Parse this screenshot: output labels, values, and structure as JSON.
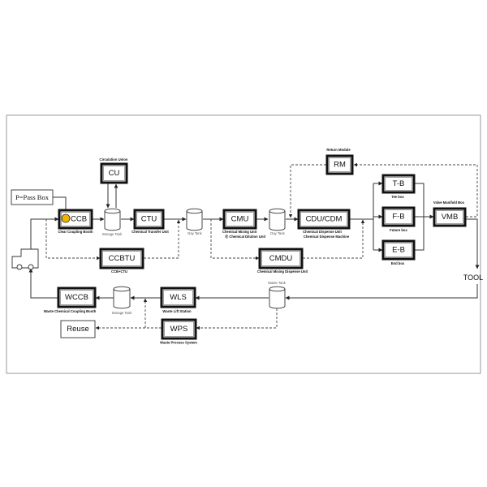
{
  "pass_box": "P=Pass Box",
  "units": {
    "ccb": {
      "name": "CCB",
      "label": "Clear Coupling Booth"
    },
    "cu": {
      "name": "CU",
      "label": "Circulation Union"
    },
    "ctu": {
      "name": "CTU",
      "label": "Chemical Transfer Unit"
    },
    "ccbtu": {
      "name": "CCBTU",
      "label": "CCB+CTU"
    },
    "cmu": {
      "name": "CMU",
      "label1": "Chemical Mixing Unit",
      "label2": "⑪ Chemical Dilution Unit"
    },
    "cmdu": {
      "name": "CMDU",
      "label": "Chemical Mixing Dispense Unit"
    },
    "cdu": {
      "name": "CDU/CDM",
      "label1": "Chemical Dispense Unit",
      "label2": "Chemical Dispense Machine"
    },
    "rm": {
      "name": "RM",
      "label": "Return Module"
    },
    "tb": {
      "name": "T-B",
      "label": "Tee box"
    },
    "fb": {
      "name": "F-B",
      "label": "Future box"
    },
    "eb": {
      "name": "E-B",
      "label": "End box"
    },
    "vmb": {
      "name": "VMB",
      "label": "Valve Manifold Box"
    },
    "wccb": {
      "name": "WCCB",
      "label": "Waste Chemical Coupling Booth"
    },
    "wls": {
      "name": "WLS",
      "label": "Waste Lift Station"
    },
    "wps": {
      "name": "WPS",
      "label": "Waste Process System"
    },
    "reuse": {
      "name": "Reuse"
    }
  },
  "tanks": {
    "storage1": "Storage Tank",
    "day1": "Day Tank",
    "day2": "Day Tank",
    "storage2": "Storage Tank",
    "waste": "Waste Tank"
  },
  "tool": "TOOL",
  "colors": {
    "sensor": "#f0b400"
  }
}
